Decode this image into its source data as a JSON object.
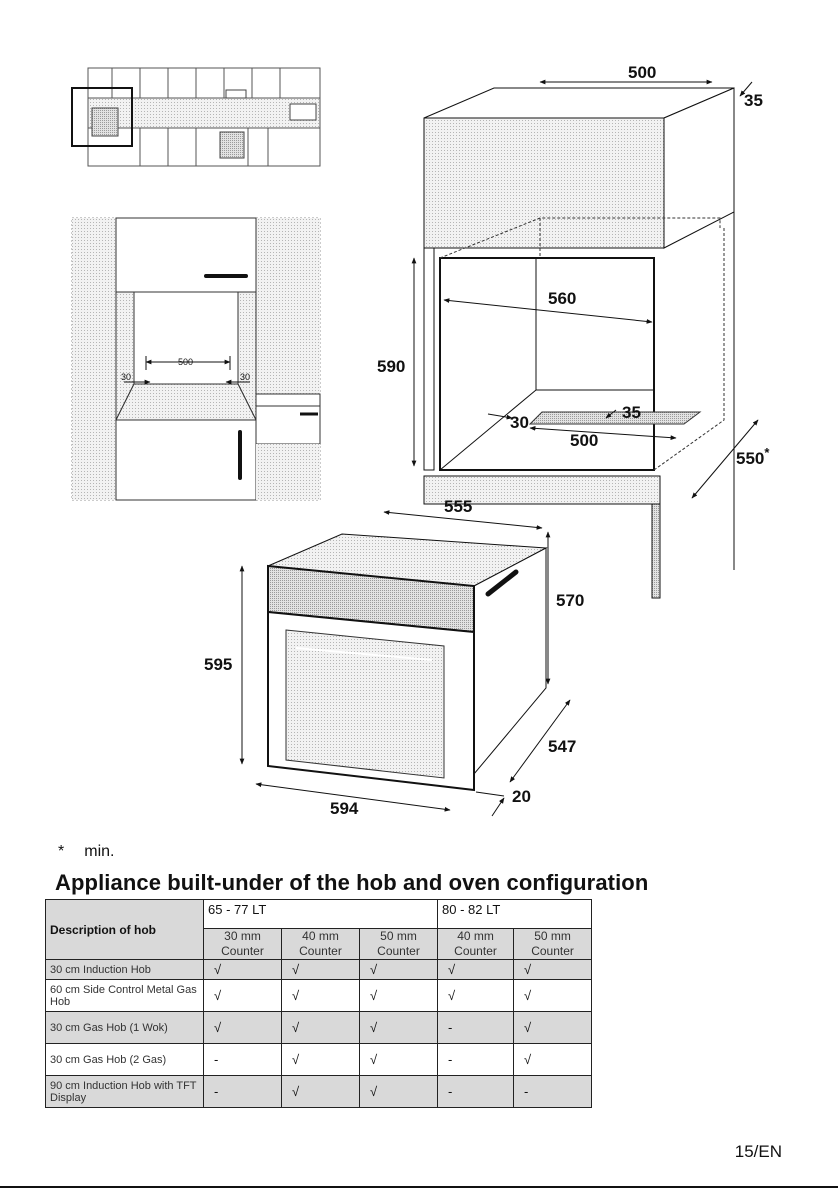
{
  "diagram": {
    "niche_dims": {
      "top_width": "500",
      "top_depth_gap": "35",
      "opening_width": "560",
      "opening_height": "590",
      "vent_front_gap": "30",
      "vent_back_gap": "35",
      "vent_width": "500",
      "cabinet_depth": "550",
      "cabinet_depth_mark": "*"
    },
    "oven_dims": {
      "top_depth": "555",
      "side_height": "570",
      "front_height": "595",
      "front_width": "594",
      "body_depth": "547",
      "front_thickness": "20"
    },
    "plan_view_dims": {
      "width": "500",
      "left_gap": "30",
      "right_gap": "30"
    }
  },
  "footnote": {
    "symbol": "*",
    "text": "min."
  },
  "section_title": "Appliance built-under of the hob and oven configuration",
  "table": {
    "description_header": "Description of hob",
    "groups": [
      {
        "label": "65 - 77 LT",
        "columns": [
          "30 mm Counter",
          "40 mm Counter",
          "50 mm Counter"
        ]
      },
      {
        "label": "80 - 82 LT",
        "columns": [
          "40 mm Counter",
          "50 mm Counter"
        ]
      }
    ],
    "col_labels": [
      {
        "line1": "30 mm",
        "line2": "Counter"
      },
      {
        "line1": "40 mm",
        "line2": "Counter"
      },
      {
        "line1": "50 mm",
        "line2": "Counter"
      },
      {
        "line1": "40 mm",
        "line2": "Counter"
      },
      {
        "line1": "50 mm",
        "line2": "Counter"
      }
    ],
    "rows": [
      {
        "description": "30 cm Induction Hob",
        "values": [
          "√",
          "√",
          "√",
          "√",
          "√"
        ]
      },
      {
        "description": "60 cm Side Control Metal Gas Hob",
        "values": [
          "√",
          "√",
          "√",
          "√",
          "√"
        ]
      },
      {
        "description": "30 cm Gas Hob (1 Wok)",
        "values": [
          "√",
          "√",
          "√",
          "-",
          "√"
        ]
      },
      {
        "description": "30 cm Gas Hob (2 Gas)",
        "values": [
          "-",
          "√",
          "√",
          "-",
          "√"
        ]
      },
      {
        "description": "90 cm Induction Hob with TFT Display",
        "values": [
          "-",
          "√",
          "√",
          "-",
          "-"
        ]
      }
    ]
  },
  "page_number": "15/EN"
}
